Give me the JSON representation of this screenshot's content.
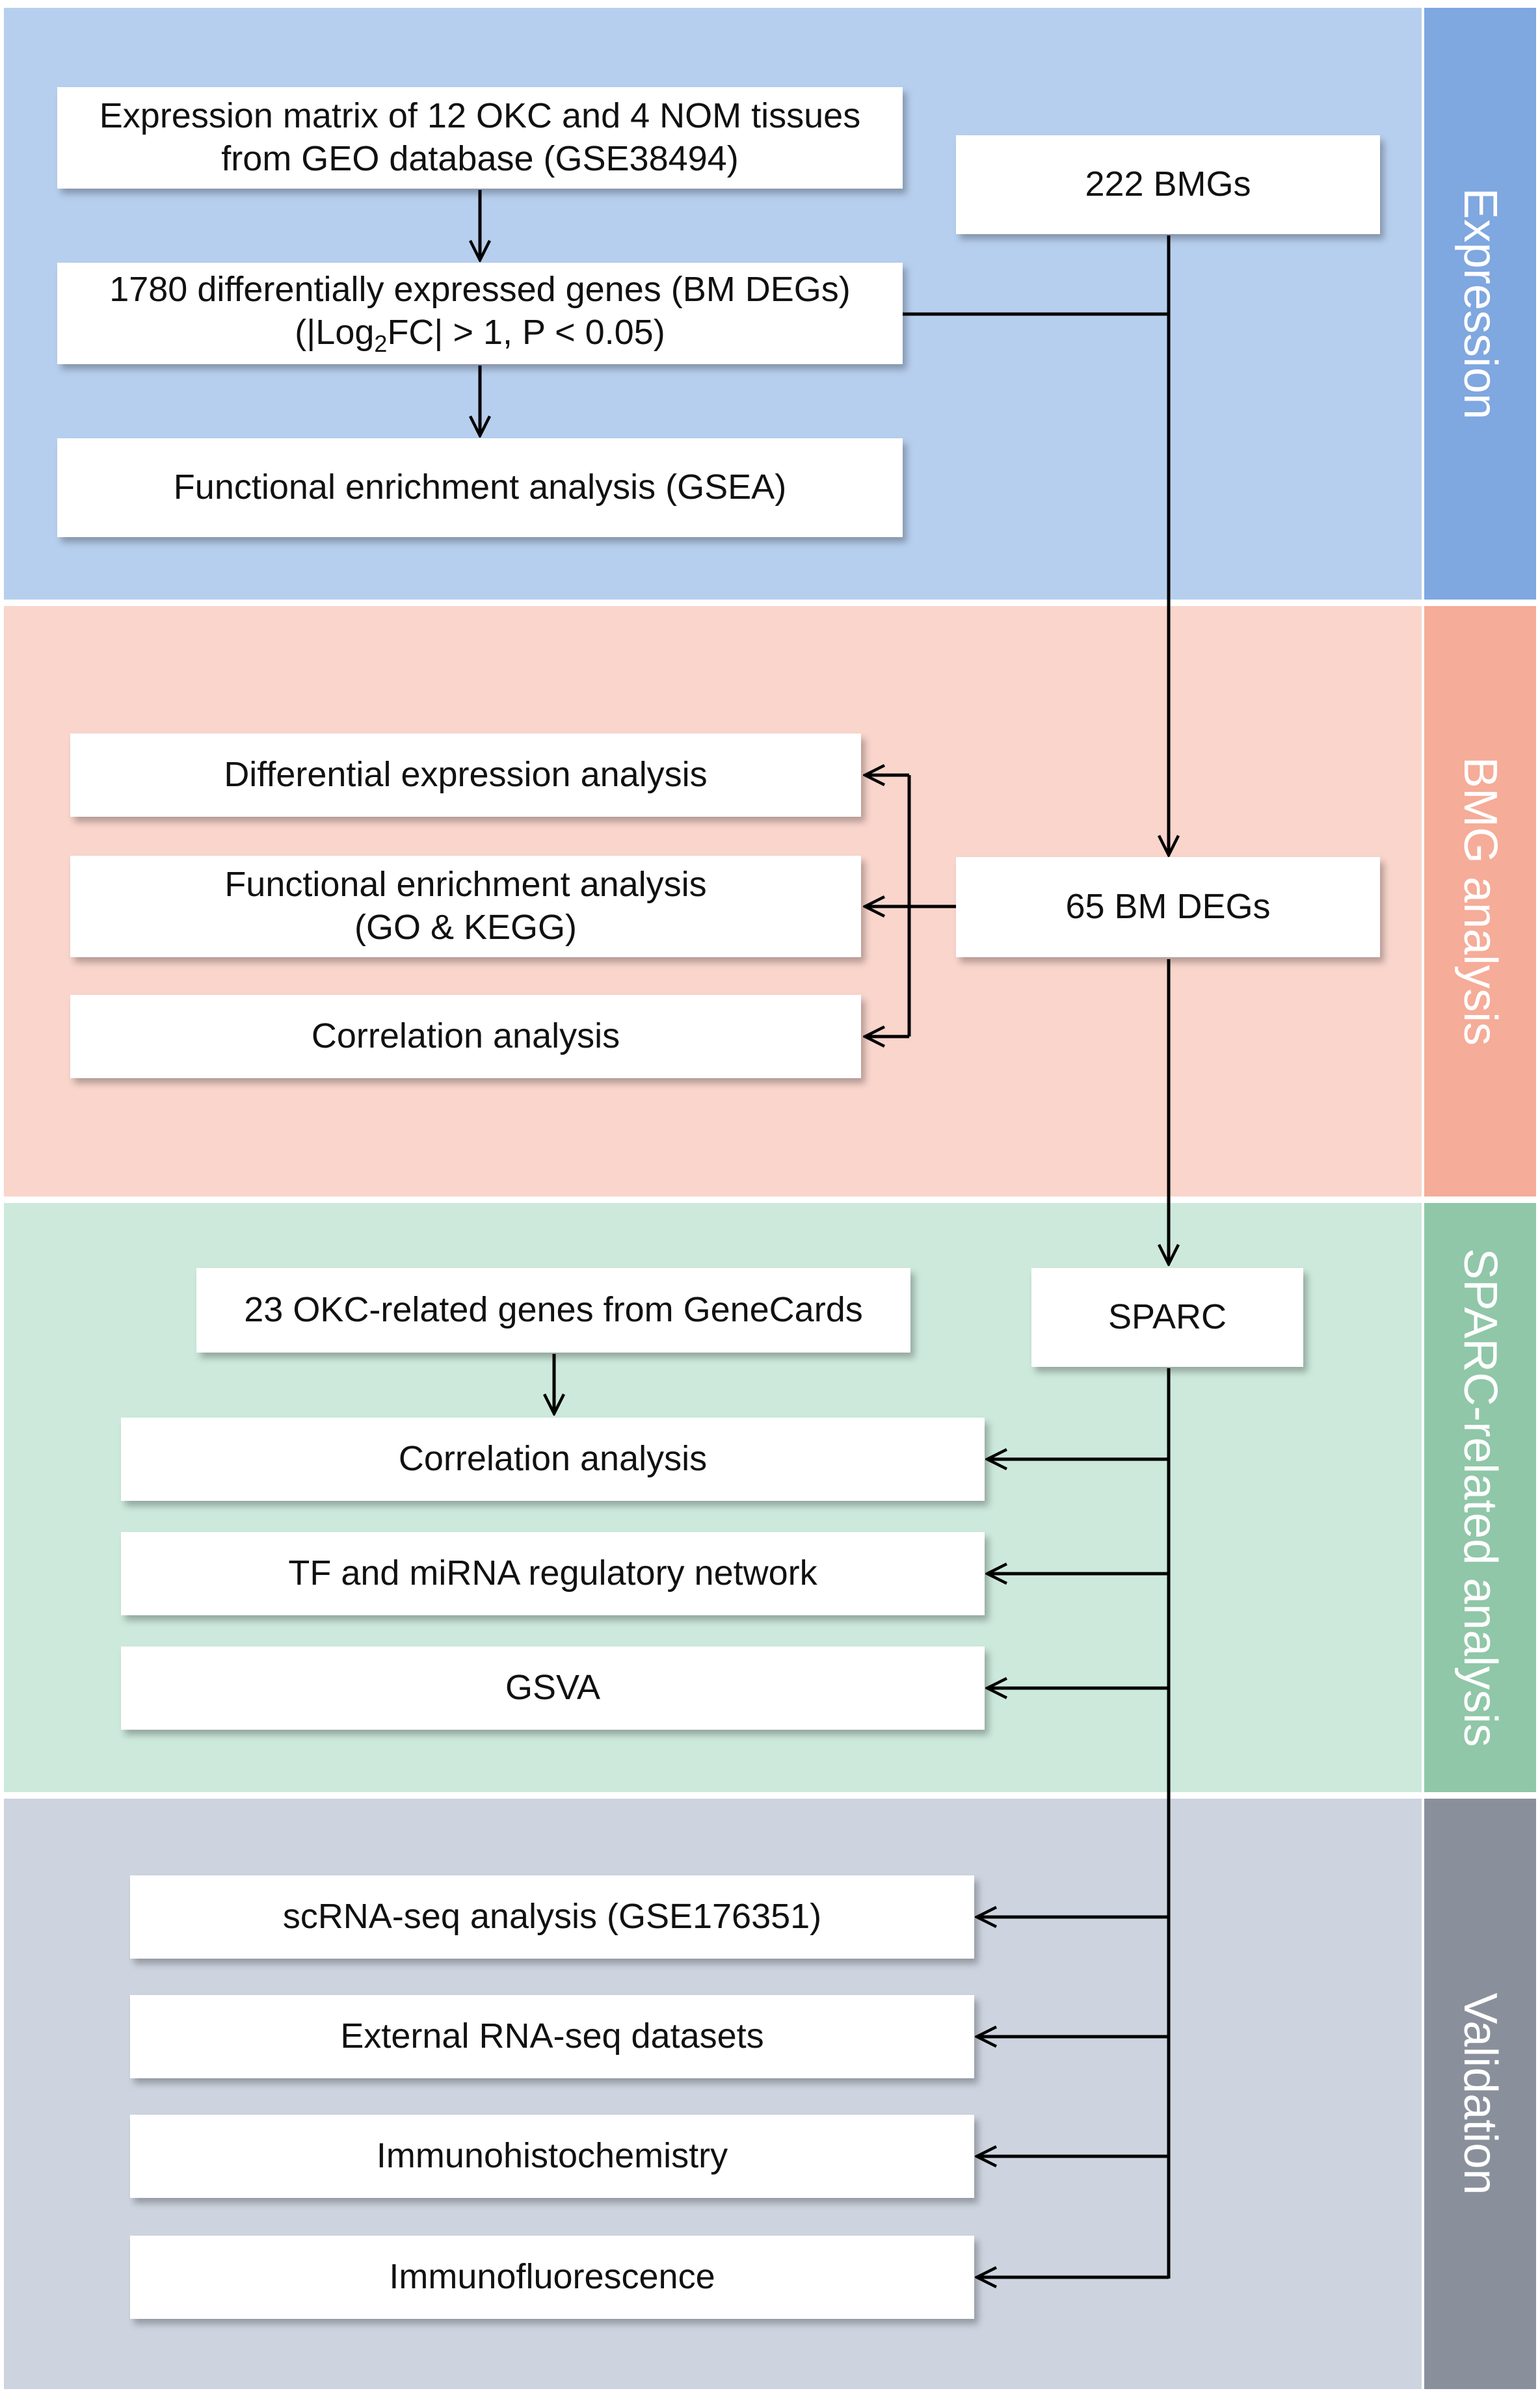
{
  "sections": {
    "expression": {
      "label": "Expression",
      "bg": "#b7cfee",
      "tab": "#7fa7e0"
    },
    "bmg": {
      "label": "BMG analysis",
      "bg": "#f9d5cc",
      "tab": "#f5ac98"
    },
    "sparc": {
      "label": "SPARC-related analysis",
      "bg": "#cde9dc",
      "tab": "#8fc7a8"
    },
    "validation": {
      "label": "Validation",
      "bg": "#cdd4df",
      "tab": "#8a909b"
    }
  },
  "boxes": {
    "expression_matrix": {
      "line1": "Expression matrix of 12 OKC and 4 NOM tissues",
      "line2": "from GEO database (GSE38494)"
    },
    "degs": {
      "line1": "1780 differentially expressed genes (BM DEGs)",
      "line2_pre": "(|Log",
      "line2_sub": "2",
      "line2_post": "FC| > 1, P < 0.05)"
    },
    "gsea": "Functional enrichment analysis (GSEA)",
    "bmgs": "222 BMGs",
    "diff_expr": "Differential expression analysis",
    "func_enrich_go": {
      "line1": "Functional enrichment analysis",
      "line2": "(GO & KEGG)"
    },
    "correlation_bmg": "Correlation analysis",
    "bm_degs": "65 BM DEGs",
    "okc_genes": "23 OKC-related genes from GeneCards",
    "sparc": "SPARC",
    "correlation_sparc": "Correlation analysis",
    "tf_mirna": "TF and miRNA regulatory network",
    "gsva": "GSVA",
    "scrna": "scRNA-seq analysis (GSE176351)",
    "external_rnaseq": "External RNA-seq datasets",
    "ihc": "Immunohistochemistry",
    "if": "Immunofluorescence"
  }
}
